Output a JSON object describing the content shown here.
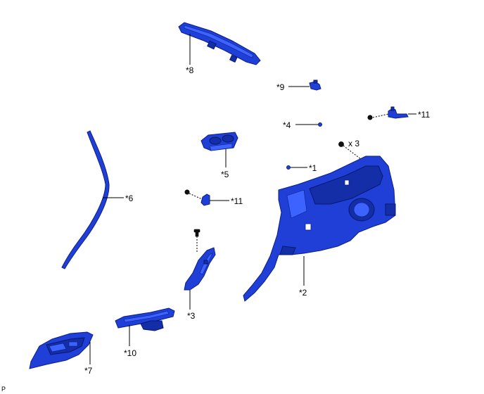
{
  "diagram": {
    "colors": {
      "part_fill": "#1f3fd6",
      "part_edge": "#0b1f8a",
      "line": "#000000",
      "background": "#ffffff"
    },
    "labels": {
      "p1": "*1",
      "p2": "*2",
      "p3": "*3",
      "p4": "*4",
      "p5": "*5",
      "p6": "*6",
      "p7": "*7",
      "p8": "*8",
      "p9": "*9",
      "p10": "*10",
      "p11a": "*11",
      "p11b": "*11",
      "qty": "x 3",
      "corner": "P"
    }
  }
}
